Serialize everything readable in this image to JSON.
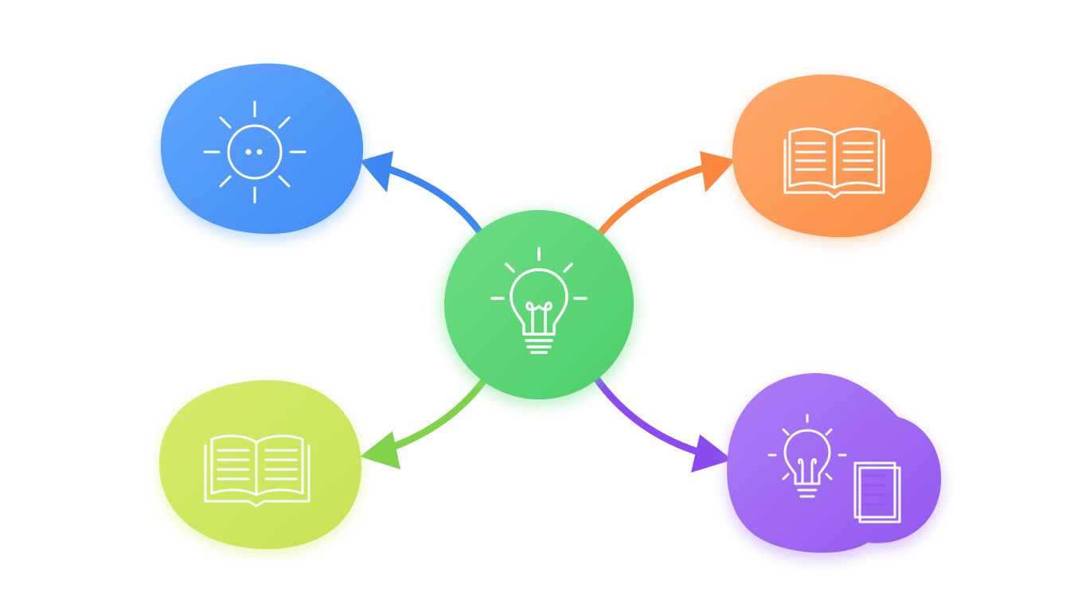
{
  "diagram": {
    "colors": {
      "center": "#4ccf6a",
      "center_light": "#6fdc85",
      "blue": "#3f8cf5",
      "blue_light": "#62a6fb",
      "orange": "#fb8d46",
      "orange_light": "#fdaa6c",
      "lime": "#c6e356",
      "lime_light": "#d6ec6c",
      "purple": "#9358ef",
      "purple_light": "#ac7cf6",
      "arrow_blue": "#3d86f0",
      "arrow_orange": "#fb873e",
      "arrow_green": "#7fd24a",
      "arrow_purple": "#8b4bef",
      "icon": "#ffffff"
    },
    "nodes": [
      {
        "id": "center",
        "icon": "lightbulb-icon"
      },
      {
        "id": "top-left",
        "icon": "sun-icon"
      },
      {
        "id": "top-right",
        "icon": "open-book-icon"
      },
      {
        "id": "bottom-left",
        "icon": "open-book-icon"
      },
      {
        "id": "bottom-right",
        "icon": "lightbulb-document-icon"
      }
    ],
    "connections": [
      {
        "from": "center",
        "to": "top-left"
      },
      {
        "from": "center",
        "to": "top-right"
      },
      {
        "from": "center",
        "to": "bottom-left"
      },
      {
        "from": "center",
        "to": "bottom-right"
      }
    ]
  }
}
